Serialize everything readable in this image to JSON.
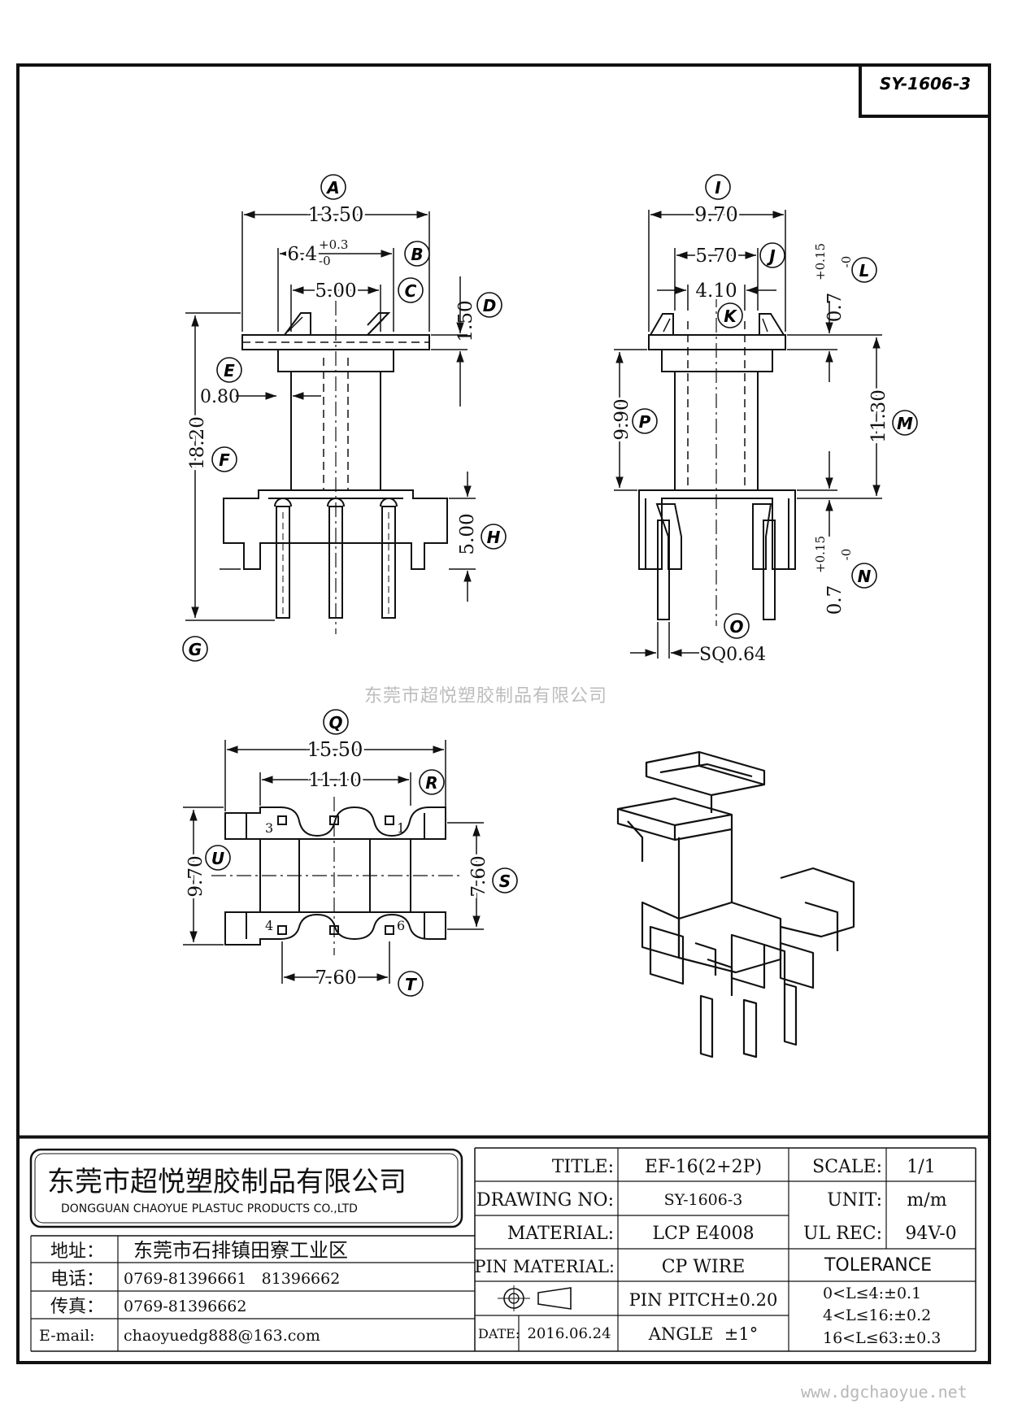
{
  "drawing_code": "SY-1606-3",
  "dims": {
    "A": "13.50",
    "B": "6.4",
    "B_tol_plus": "+0.3",
    "B_tol_minus": "-0",
    "C": "5.00",
    "D": "1.50",
    "E": "0.80",
    "F": "18.20",
    "H": "5.00",
    "I": "9.70",
    "J": "5.70",
    "K": "4.10",
    "L": "0.7",
    "L_tol_plus": "+0.15",
    "L_tol_minus": "-0",
    "M": "11.30",
    "N": "0.7",
    "N_tol_plus": "+0.15",
    "N_tol_minus": "-0",
    "O": "SQ0.64",
    "P": "9.90",
    "Q": "15.50",
    "R": "11.10",
    "S": "7.60",
    "T": "7.60",
    "U": "9.70"
  },
  "callouts": [
    "A",
    "B",
    "C",
    "D",
    "E",
    "F",
    "G",
    "H",
    "I",
    "J",
    "K",
    "L",
    "M",
    "N",
    "O",
    "P",
    "Q",
    "R",
    "S",
    "T",
    "U"
  ],
  "pin_numbers": [
    "3",
    "1",
    "4",
    "6"
  ],
  "watermark": "东莞市超悦塑胶制品有限公司",
  "company": {
    "name_cn": "东莞市超悦塑胶制品有限公司",
    "name_en": "DONGGUAN CHAOYUE PLASTUC PRODUCTS CO.,LTD",
    "address_label": "地址：",
    "address": "东莞市石排镇田寮工业区",
    "phone_label": "电话：",
    "phone": "0769-81396661   81396662",
    "fax_label": "传真：",
    "fax": "0769-81396662",
    "email_label": "E-mail:",
    "email": "chaoyuedg888@163.com"
  },
  "title_block": {
    "title_label": "TITLE:",
    "title": "EF-16(2+2P)",
    "scale_label": "SCALE:",
    "scale": "1/1",
    "drawing_no_label": "DRAWING NO:",
    "drawing_no": "SY-1606-3",
    "unit_label": "UNIT:",
    "unit": "m/m",
    "material_label": "MATERIAL:",
    "material": "LCP E4008",
    "ul_label": "UL REC:",
    "ul": "94V-0",
    "pin_material_label": "PIN MATERIAL:",
    "pin_material": "CP WIRE",
    "tolerance_label": "TOLERANCE",
    "pin_pitch": "PIN PITCH±0.20",
    "angle": "ANGLE  ±1°",
    "tol1": "0<L≤4:±0.1",
    "tol2": "4<L≤16:±0.2",
    "tol3": "16<L≤63:±0.3",
    "date_label": "DATE:",
    "date": "2016.06.24"
  },
  "footer_url": "www.dgchaoyue.net"
}
